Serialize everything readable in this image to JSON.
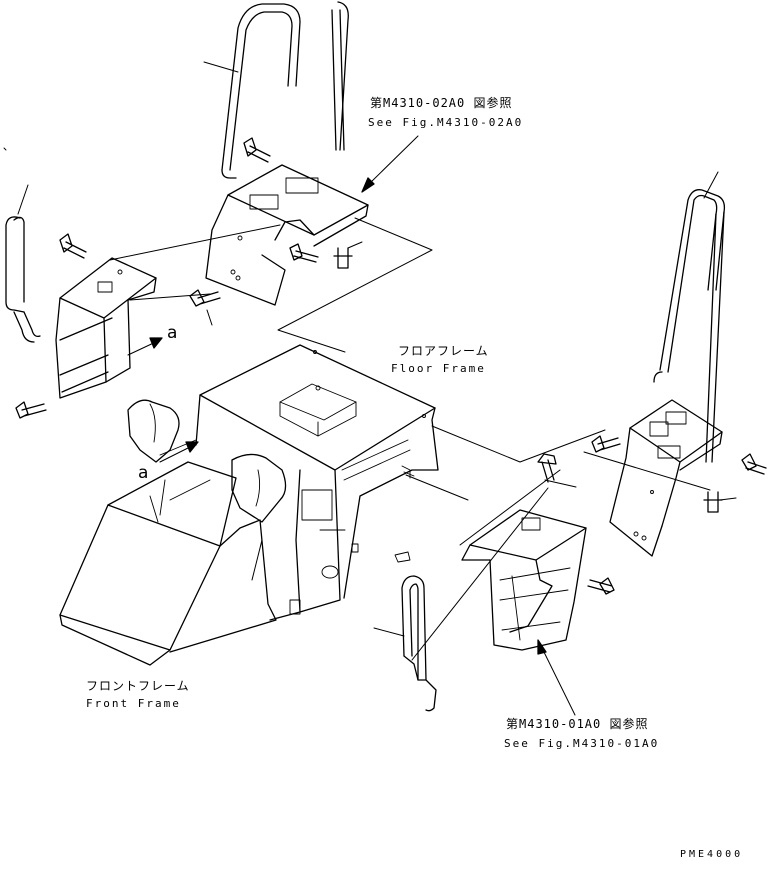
{
  "labels": {
    "ref_upper_jp": "第M4310-02A0 図参照",
    "ref_upper_en": "See Fig.M4310-02A0",
    "ref_lower_jp": "第M4310-01A0 図参照",
    "ref_lower_en": "See Fig.M4310-01A0",
    "floor_frame_jp": "フロアフレーム",
    "floor_frame_en": "Floor Frame",
    "front_frame_jp": "フロントフレーム",
    "front_frame_en": "Front Frame",
    "callout_a_1": "a",
    "callout_a_2": "a",
    "drawing_code": "PME4000"
  },
  "colors": {
    "line": "#000000",
    "background": "#ffffff"
  }
}
